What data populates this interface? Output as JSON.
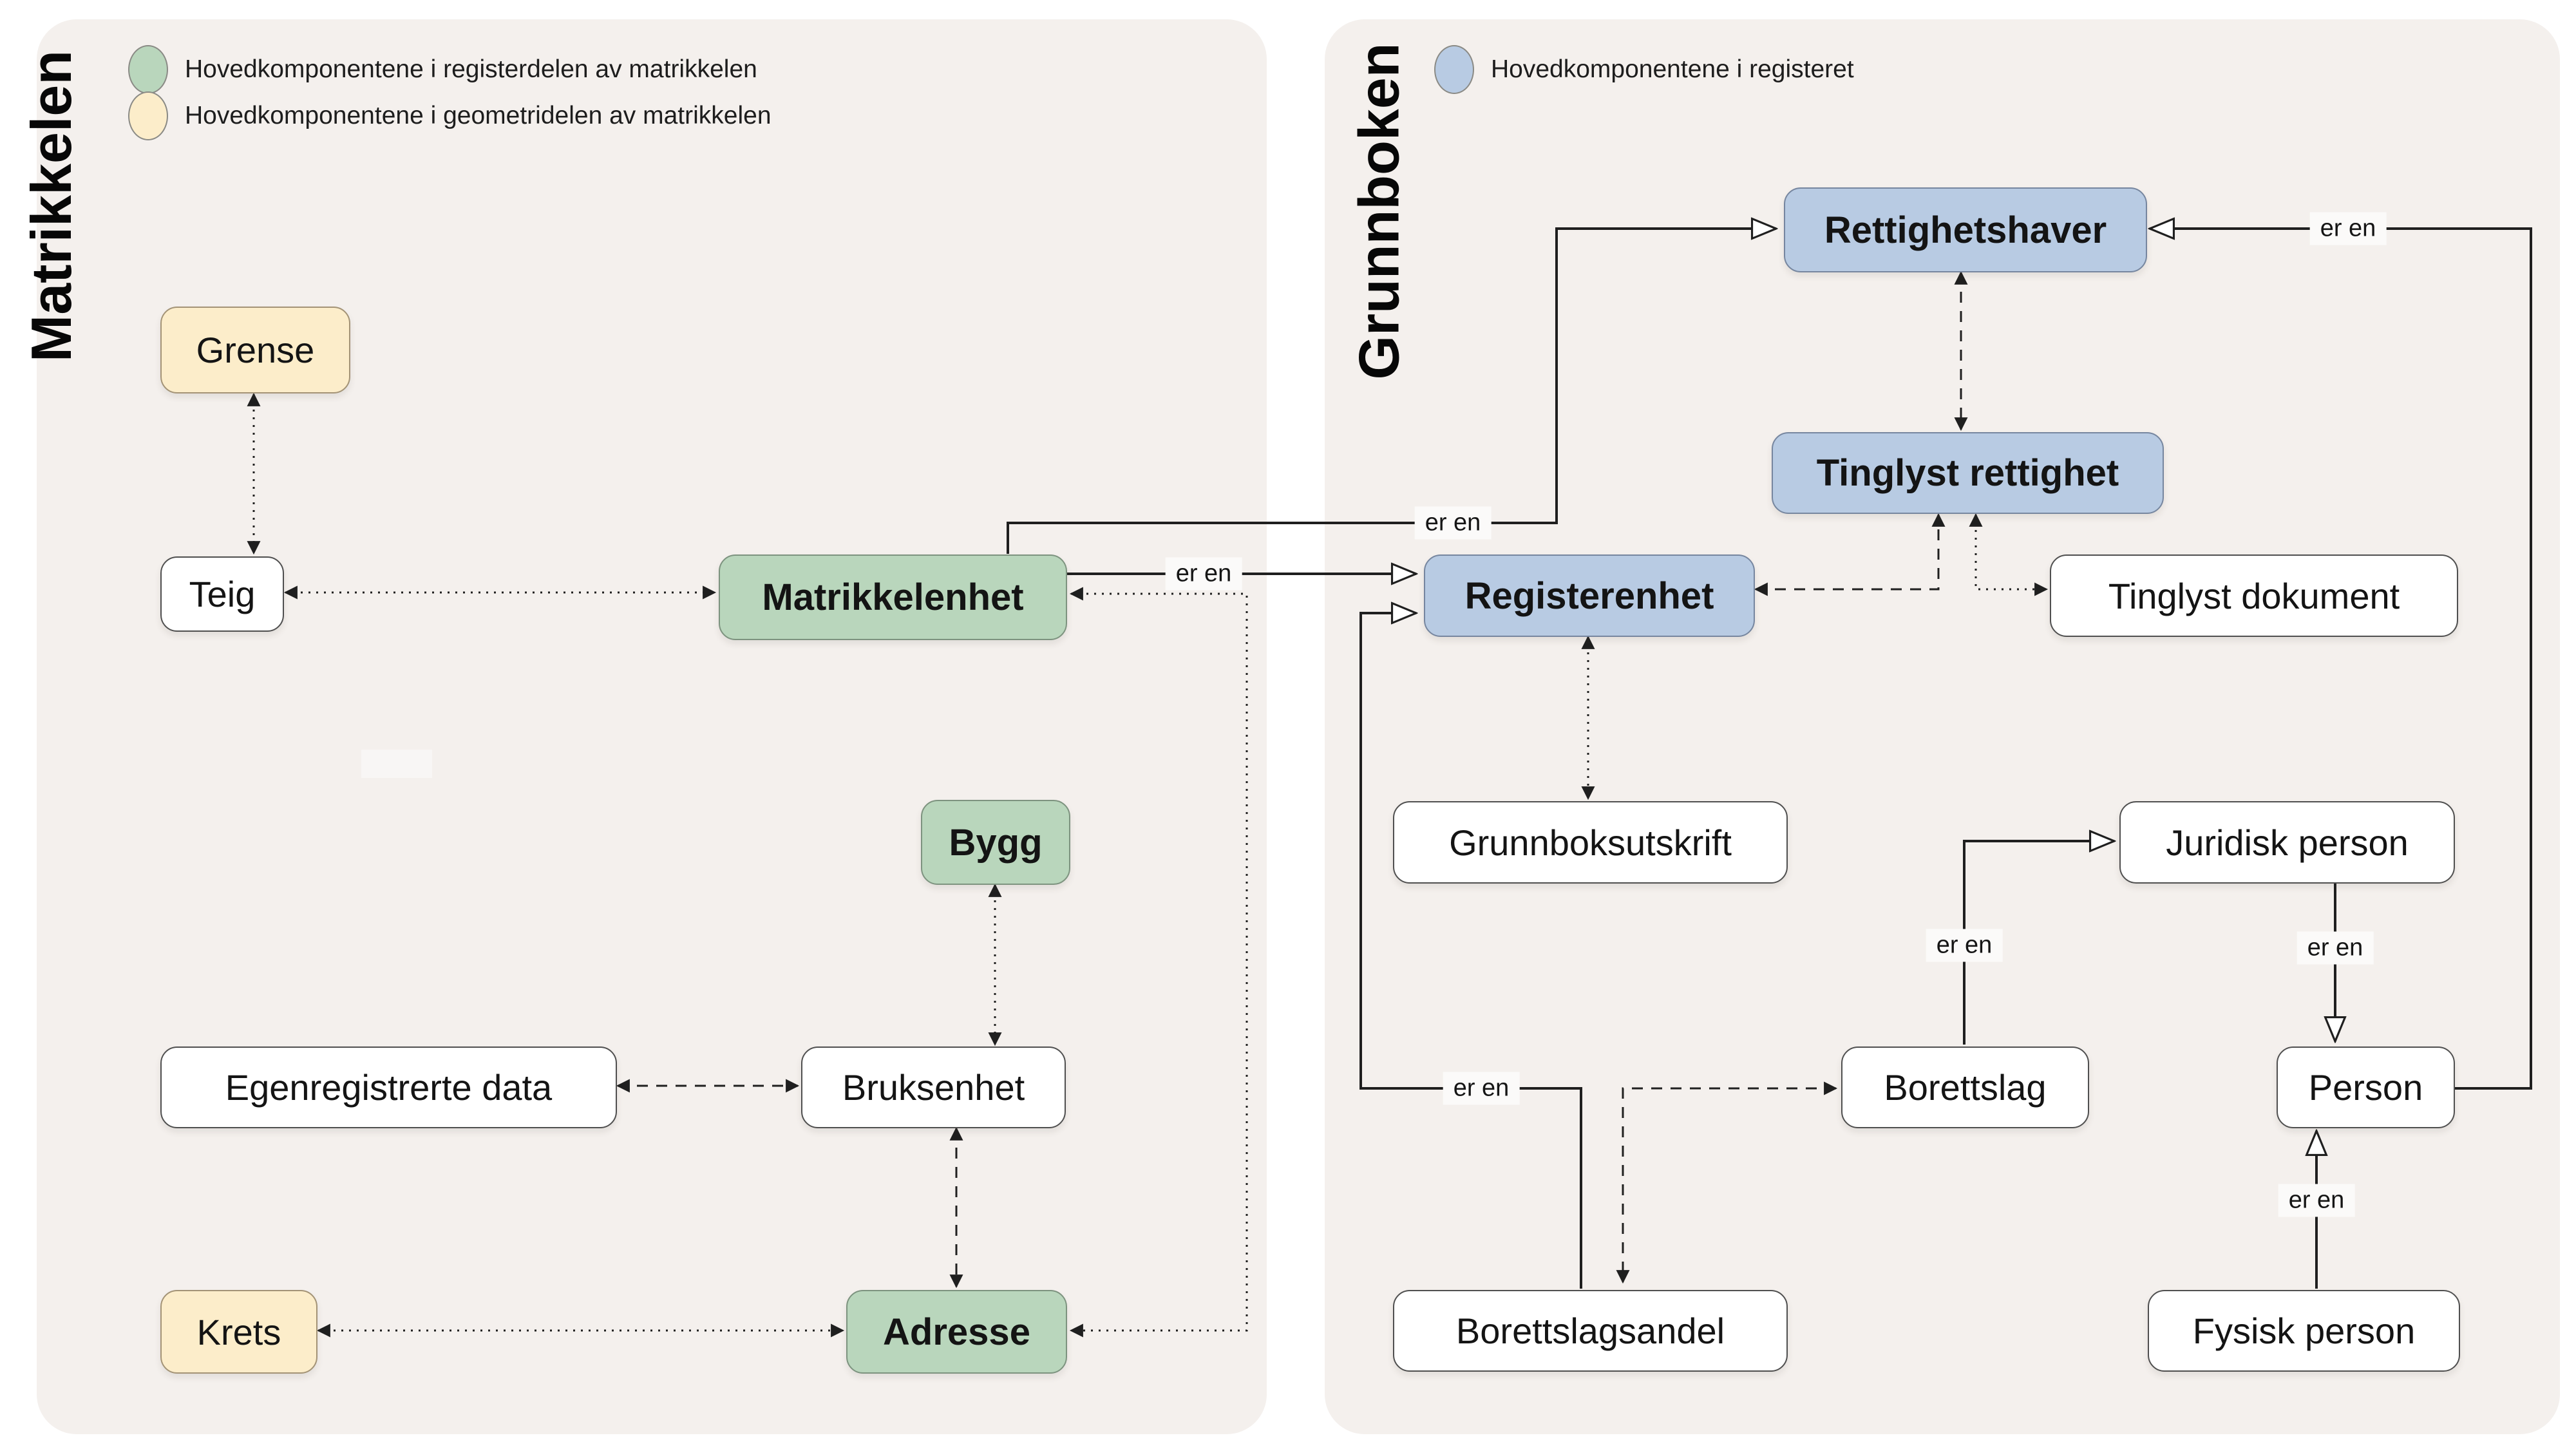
{
  "labels": {
    "er_en": "er en"
  },
  "panels": {
    "matrikkelen": {
      "title": "Matrikkelen",
      "legend": [
        {
          "label": "Hovedkomponentene i registerdelen av matrikkelen",
          "color": "#b9d6bc"
        },
        {
          "label": "Hovedkomponentene i geometridelen av matrikkelen",
          "color": "#fcedca"
        }
      ]
    },
    "grunnboken": {
      "title": "Grunnboken",
      "legend": [
        {
          "label": "Hovedkomponentene i registeret",
          "color": "#b8cbe3"
        }
      ]
    }
  },
  "nodes": {
    "grense": {
      "label": "Grense",
      "category": "geometry-component",
      "panel": "matrikkelen"
    },
    "teig": {
      "label": "Teig",
      "category": "plain",
      "panel": "matrikkelen"
    },
    "matrikkelenhet": {
      "label": "Matrikkelenhet",
      "category": "register-component",
      "panel": "matrikkelen"
    },
    "bygg": {
      "label": "Bygg",
      "category": "register-component",
      "panel": "matrikkelen"
    },
    "egenregistrerte": {
      "label": "Egenregistrerte data",
      "category": "plain",
      "panel": "matrikkelen"
    },
    "bruksenhet": {
      "label": "Bruksenhet",
      "category": "plain",
      "panel": "matrikkelen"
    },
    "krets": {
      "label": "Krets",
      "category": "geometry-component",
      "panel": "matrikkelen"
    },
    "adresse": {
      "label": "Adresse",
      "category": "register-component",
      "panel": "matrikkelen"
    },
    "rettighetshaver": {
      "label": "Rettighetshaver",
      "category": "register-component",
      "panel": "grunnboken"
    },
    "tinglyst_rettighet": {
      "label": "Tinglyst rettighet",
      "category": "register-component",
      "panel": "grunnboken"
    },
    "registerenhet": {
      "label": "Registerenhet",
      "category": "register-component",
      "panel": "grunnboken"
    },
    "tinglyst_dokument": {
      "label": "Tinglyst dokument",
      "category": "plain",
      "panel": "grunnboken"
    },
    "grunnboksutskrift": {
      "label": "Grunnboksutskrift",
      "category": "plain",
      "panel": "grunnboken"
    },
    "juridisk_person": {
      "label": "Juridisk person",
      "category": "plain",
      "panel": "grunnboken"
    },
    "borettslag": {
      "label": "Borettslag",
      "category": "plain",
      "panel": "grunnboken"
    },
    "person": {
      "label": "Person",
      "category": "plain",
      "panel": "grunnboken"
    },
    "borettslagsandel": {
      "label": "Borettslagsandel",
      "category": "plain",
      "panel": "grunnboken"
    },
    "fysisk_person": {
      "label": "Fysisk person",
      "category": "plain",
      "panel": "grunnboken"
    }
  },
  "edges": [
    {
      "from": "grense",
      "to": "teig",
      "style": "dotted",
      "arrows": "both"
    },
    {
      "from": "teig",
      "to": "matrikkelenhet",
      "style": "dotted",
      "arrows": "both"
    },
    {
      "from": "matrikkelenhet",
      "to": "rettighetshaver",
      "style": "solid",
      "arrows": "open-end",
      "label": "er en"
    },
    {
      "from": "matrikkelenhet",
      "to": "registerenhet",
      "style": "solid",
      "arrows": "open-end",
      "label": "er en"
    },
    {
      "from": "matrikkelenhet",
      "to": "adresse",
      "style": "dotted",
      "arrows": "both"
    },
    {
      "from": "bygg",
      "to": "bruksenhet",
      "style": "dotted",
      "arrows": "both"
    },
    {
      "from": "egenregistrerte",
      "to": "bruksenhet",
      "style": "dashed",
      "arrows": "both"
    },
    {
      "from": "bruksenhet",
      "to": "adresse",
      "style": "dashed",
      "arrows": "both"
    },
    {
      "from": "krets",
      "to": "adresse",
      "style": "dotted",
      "arrows": "both"
    },
    {
      "from": "rettighetshaver",
      "to": "tinglyst_rettighet",
      "style": "dashed",
      "arrows": "both"
    },
    {
      "from": "registerenhet",
      "to": "tinglyst_rettighet",
      "style": "dashed",
      "arrows": "both"
    },
    {
      "from": "tinglyst_rettighet",
      "to": "tinglyst_dokument",
      "style": "dotted",
      "arrows": "both"
    },
    {
      "from": "registerenhet",
      "to": "grunnboksutskrift",
      "style": "dotted",
      "arrows": "both"
    },
    {
      "from": "borettslagsandel",
      "to": "registerenhet",
      "style": "solid",
      "arrows": "open-end",
      "label": "er en"
    },
    {
      "from": "borettslag",
      "to": "borettslagsandel",
      "style": "dashed",
      "arrows": "both"
    },
    {
      "from": "borettslag",
      "to": "juridisk_person",
      "style": "solid",
      "arrows": "open-end",
      "label": "er en"
    },
    {
      "from": "juridisk_person",
      "to": "person",
      "style": "solid",
      "arrows": "open-end",
      "label": "er en"
    },
    {
      "from": "fysisk_person",
      "to": "person",
      "style": "solid",
      "arrows": "open-end",
      "label": "er en"
    },
    {
      "from": "person",
      "to": "rettighetshaver",
      "style": "solid",
      "arrows": "open-end",
      "label": "er en"
    }
  ],
  "colors": {
    "panel_background": "#f4f0ed",
    "register_matrikkel": "#b9d6bc",
    "geometry_matrikkel": "#fcedca",
    "register_grunnbok": "#b8cbe3",
    "node_background": "#ffffff",
    "line": "#1f1f1f"
  }
}
